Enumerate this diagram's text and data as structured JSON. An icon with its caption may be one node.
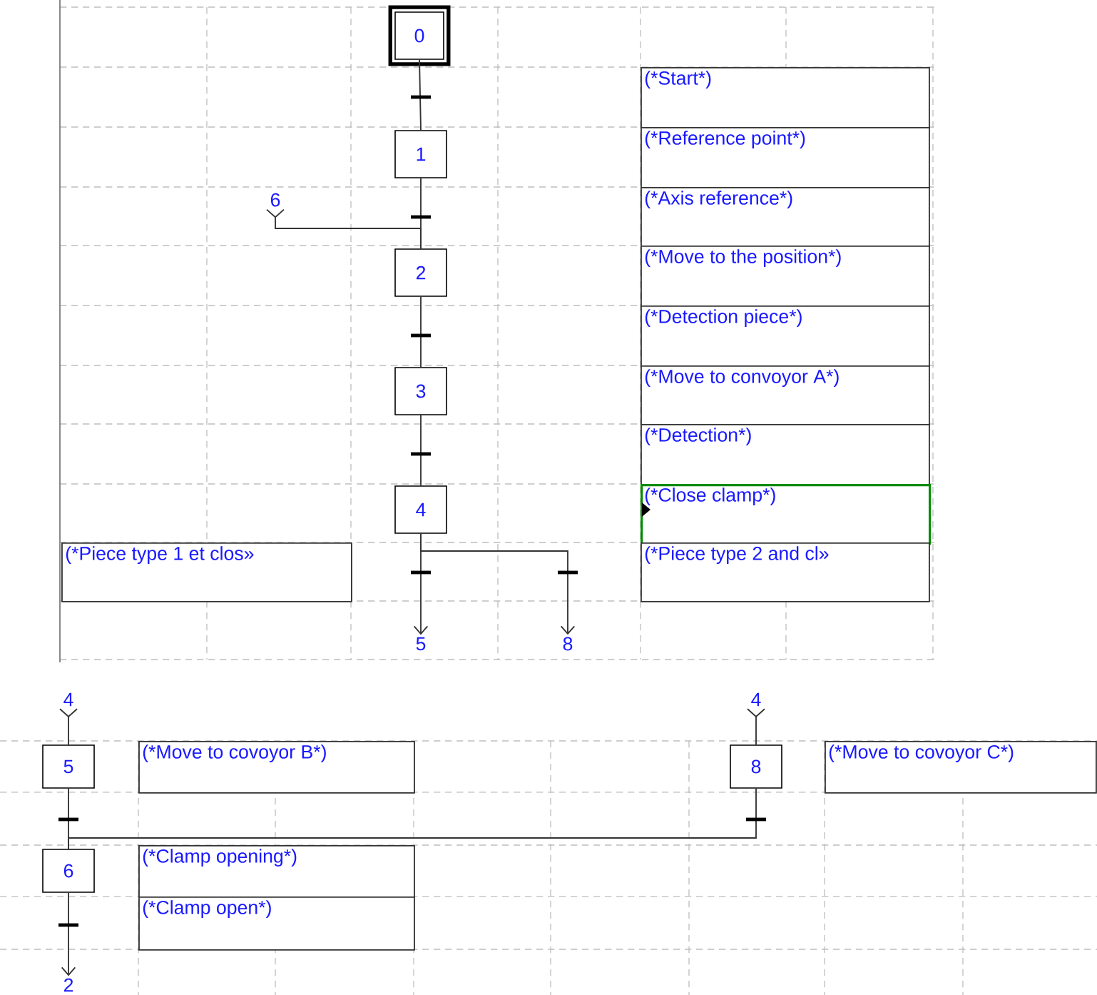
{
  "diagram": {
    "nodes": [
      {
        "text": [
          "0"
        ]
      },
      {
        "text": [
          "(*Start*)"
        ]
      },
      {
        "text": [
          "1"
        ]
      },
      {
        "text": [
          "(*Reference point*)"
        ]
      },
      {
        "text": [
          "6"
        ]
      },
      {
        "text": [
          "(*Axis reference*)"
        ]
      },
      {
        "text": [
          "2"
        ]
      },
      {
        "text": [
          "(*Move to the position*)"
        ]
      },
      {
        "text": [
          "(*Detection piece*)"
        ]
      },
      {
        "text": [
          "3"
        ]
      },
      {
        "text": [
          "(*Move to convoyor A*)"
        ]
      },
      {
        "text": [
          "(*Detection*)"
        ]
      },
      {
        "text": [
          "4"
        ]
      },
      {
        "text": [
          "(*Close clamp*)"
        ]
      },
      {
        "text": [
          "(*Piece type 1 et clos»"
        ]
      },
      {
        "text": [
          "(*Piece type 2  and cl»"
        ]
      },
      {
        "text": [
          "5"
        ]
      },
      {
        "text": [
          "8"
        ]
      },
      {
        "text": [
          "4"
        ]
      },
      {
        "text": [
          "4"
        ]
      },
      {
        "text": [
          "5"
        ]
      },
      {
        "text": [
          "(*Move to covoyor B*)"
        ]
      },
      {
        "text": [
          "8"
        ]
      },
      {
        "text": [
          "(*Move to covoyor C*)"
        ]
      },
      {
        "text": [
          "6"
        ]
      },
      {
        "text": [
          "(*Clamp opening*)"
        ]
      },
      {
        "text": [
          "(*Clamp open*)"
        ]
      },
      {
        "text": [
          "2"
        ]
      }
    ],
    "edges": [
      {
        "from": 0,
        "to": 2,
        "arrow": "none"
      },
      {
        "from": 2,
        "to": 6,
        "arrow": "none"
      },
      {
        "from": 4,
        "to": 6,
        "arrow": "other"
      },
      {
        "from": 6,
        "to": 9,
        "arrow": "none"
      },
      {
        "from": 9,
        "to": 12,
        "arrow": "none"
      },
      {
        "from": 12,
        "to": 16,
        "arrow": "to"
      },
      {
        "from": 12,
        "to": 17,
        "arrow": "to"
      },
      {
        "from": 18,
        "to": 20,
        "arrow": "other"
      },
      {
        "from": 19,
        "to": 22,
        "arrow": "other"
      },
      {
        "from": 20,
        "to": 24,
        "arrow": "none"
      },
      {
        "from": 22,
        "to": 24,
        "arrow": "none"
      },
      {
        "from": 24,
        "to": 27,
        "arrow": "to"
      }
    ]
  }
}
